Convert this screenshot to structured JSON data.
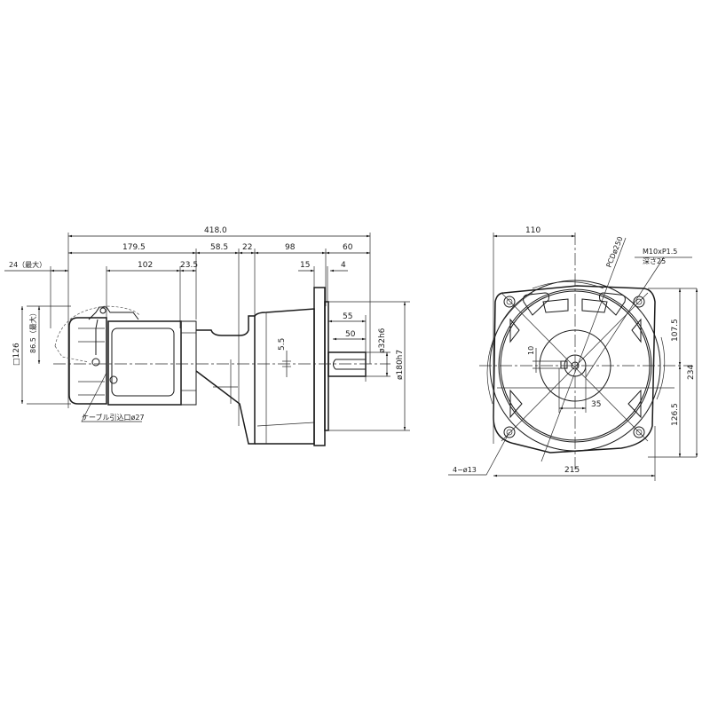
{
  "drawing": {
    "title": "Gear motor outline dimension drawing",
    "side_view": {
      "dims": {
        "overall_length": "418.0",
        "motor_length": "179.5",
        "gear_section": "58.5",
        "neck": "22",
        "gear_body": "98",
        "shaft_ext": "60",
        "max_terminal": "24（最大）",
        "frame_body": "102",
        "fin": "23.5",
        "flange_thk": "15",
        "spigot": "4",
        "key_length_1": "55",
        "key_length_2": "50",
        "shaft_dia": "ø32h6",
        "spigot_dia": "ø180h7",
        "key_offset": "5.5",
        "square_frame": "□126",
        "terminal_height": "86.5（最大）",
        "cable_entry": "ケーブル引込口ø27"
      }
    },
    "front_view": {
      "dims": {
        "half_width_top": "110",
        "pcd": "PCDø250",
        "tap_spec": "M10xP1.5",
        "tap_depth": "深さ25",
        "upper_height": "107.5",
        "total_height": "234",
        "lower_height": "126.5",
        "width": "215",
        "mount_holes": "4−ø13",
        "key_width": "10",
        "shaft_offset": "35"
      }
    }
  }
}
